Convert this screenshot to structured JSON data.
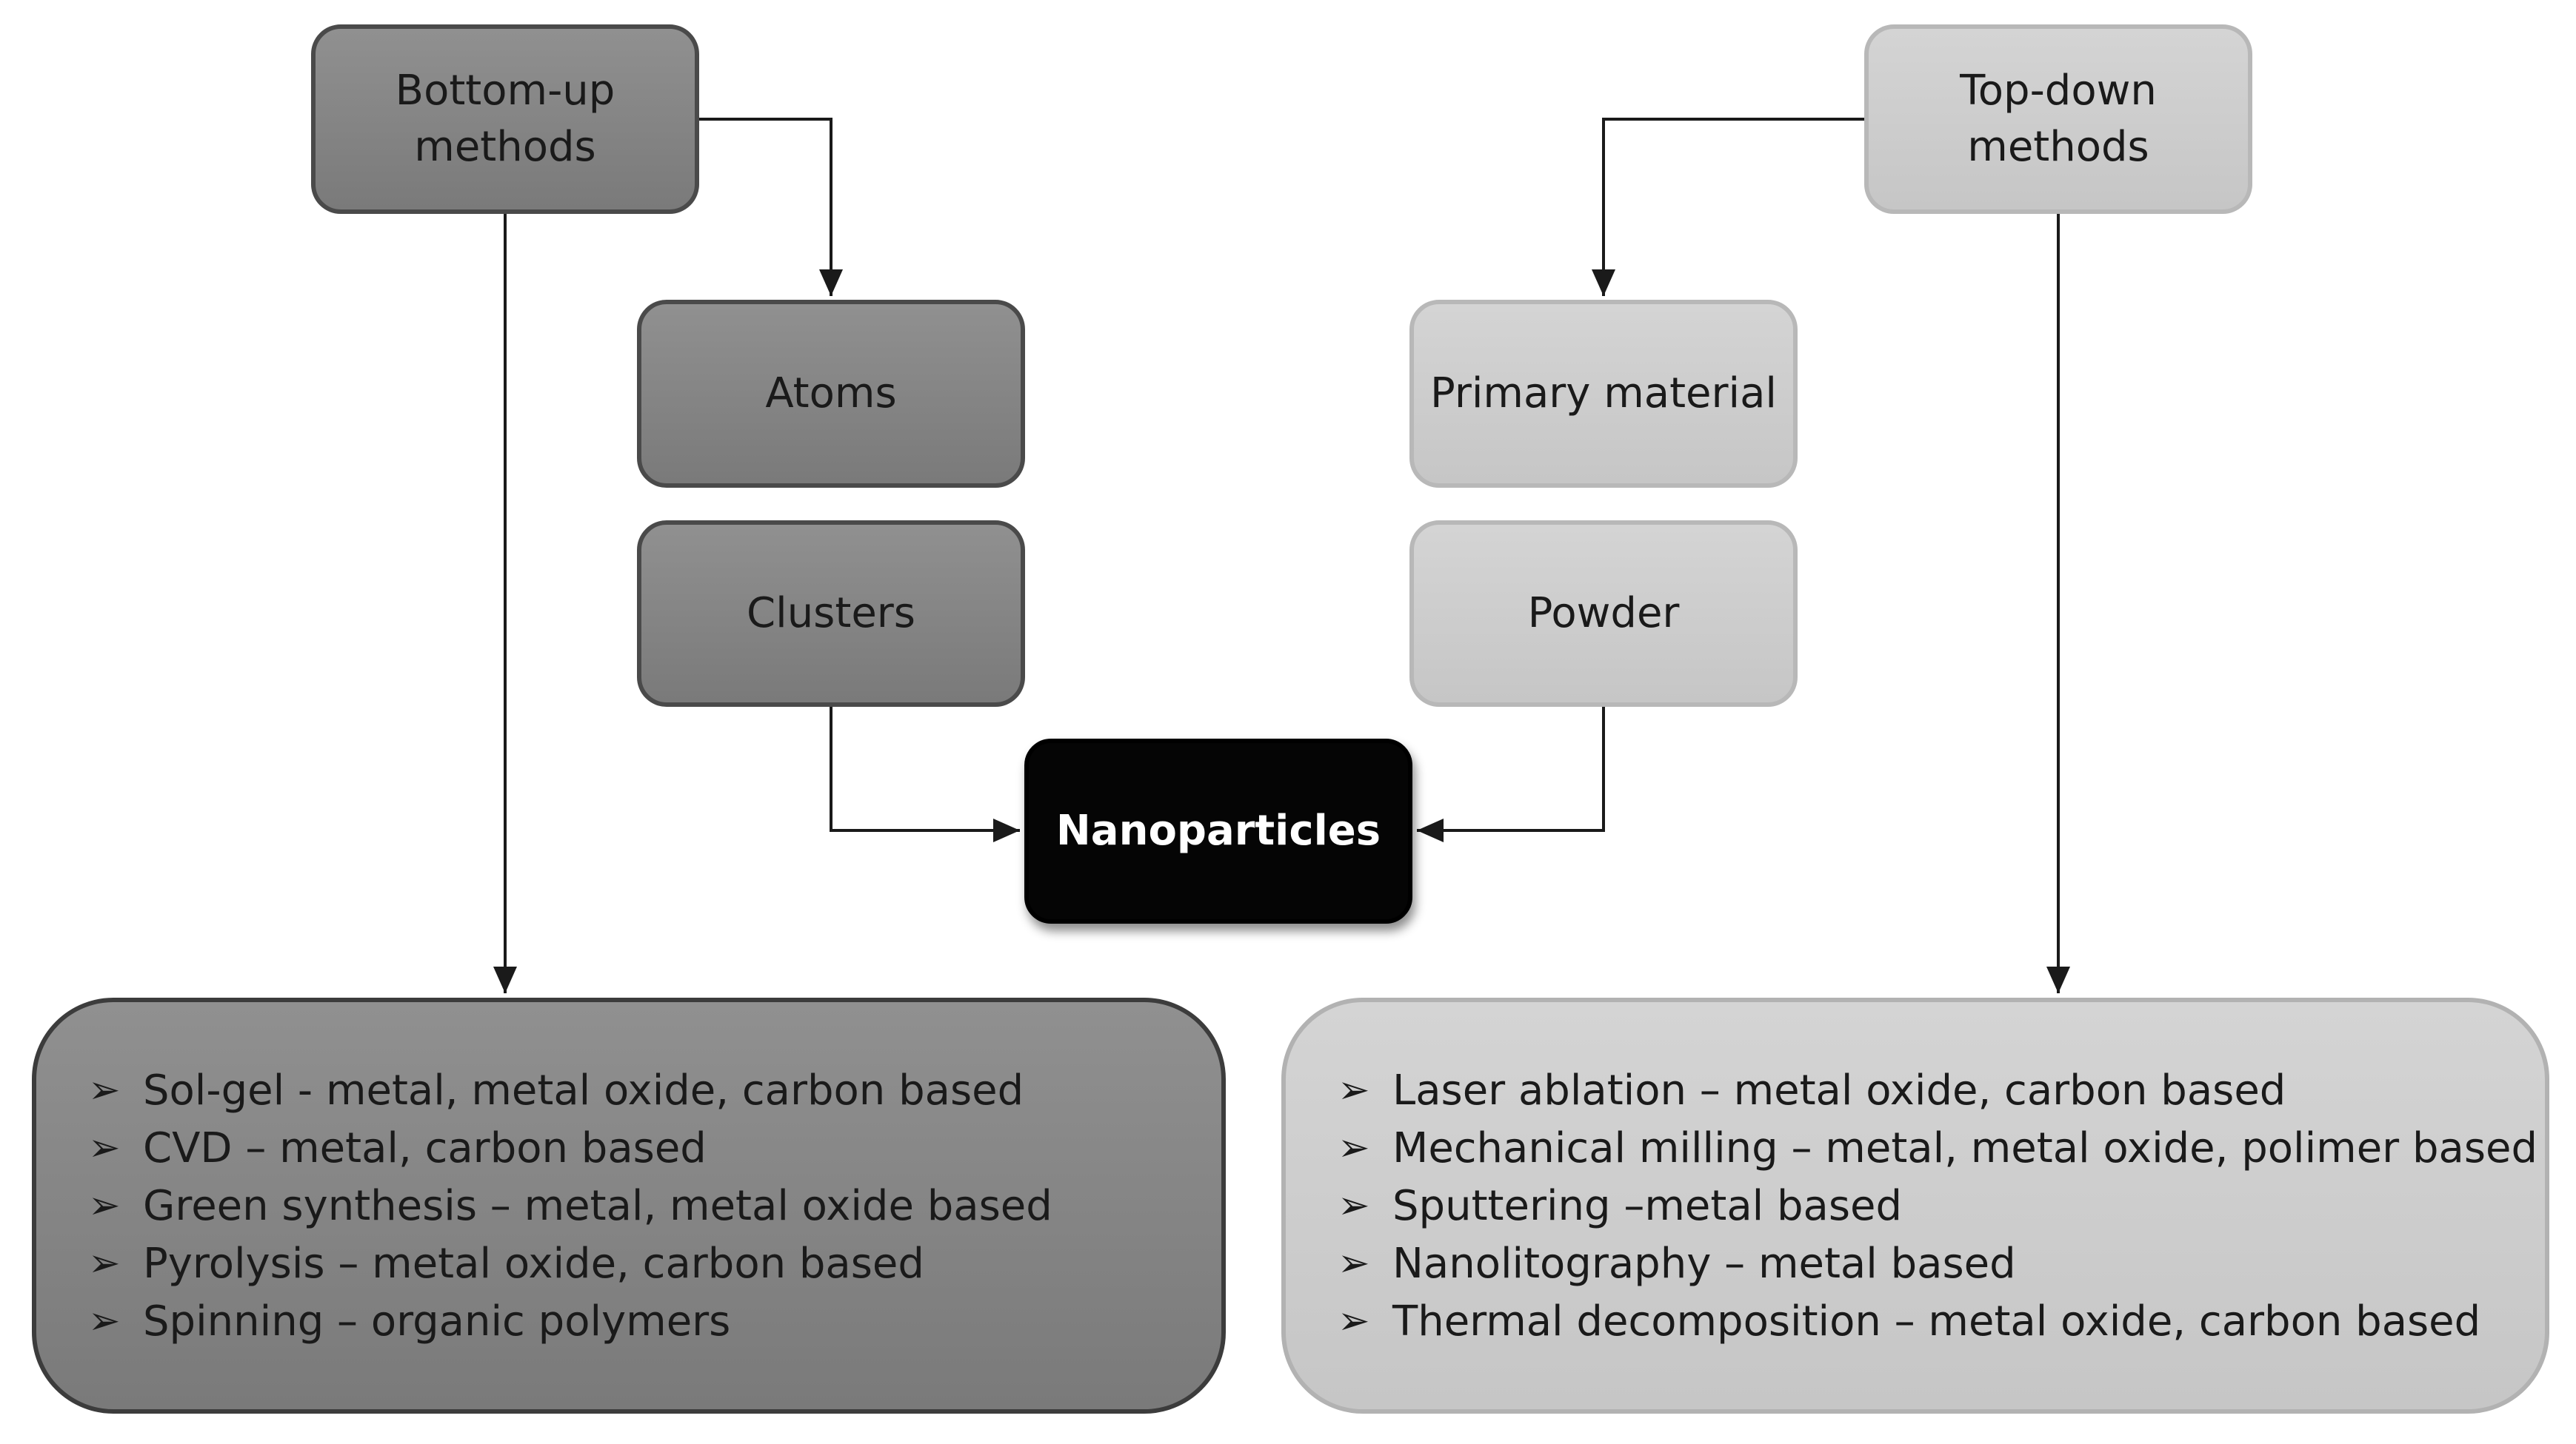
{
  "nodes": {
    "bottom_up": "Bottom-up methods",
    "top_down": "Top-down methods",
    "atoms": "Atoms",
    "clusters": "Clusters",
    "primary_material": "Primary material",
    "powder": "Powder",
    "nanoparticles": "Nanoparticles"
  },
  "bottom_up_methods": [
    "Sol-gel -  metal, metal oxide, carbon based",
    "CVD – metal, carbon based",
    "Green synthesis – metal, metal oxide based",
    "Pyrolysis – metal oxide, carbon based",
    "Spinning – organic polymers"
  ],
  "top_down_methods": [
    "Laser ablation – metal oxide, carbon based",
    "Mechanical milling – metal, metal oxide, polimer based",
    "Sputtering –metal based",
    "Nanolitography – metal based",
    "Thermal decomposition – metal oxide, carbon based"
  ],
  "bullet_glyph": "➢",
  "colors": {
    "bottom_up_fill": "#858585",
    "top_down_fill": "#cccccc",
    "nanoparticles_fill": "#050505",
    "connector": "#1a1a1a"
  }
}
